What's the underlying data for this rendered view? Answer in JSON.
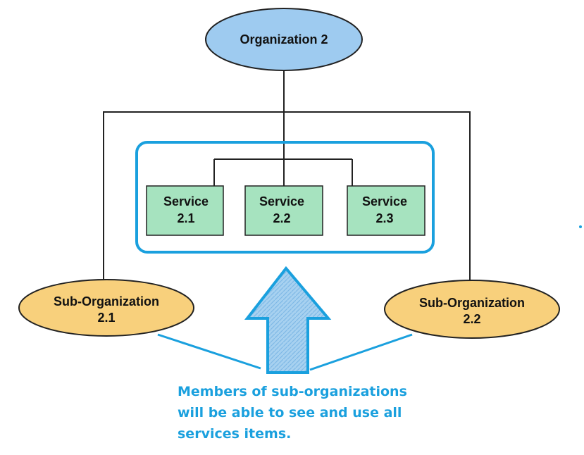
{
  "diagram": {
    "root": {
      "label": "Organization 2"
    },
    "services": [
      {
        "line1": "Service",
        "line2": "2.1"
      },
      {
        "line1": "Service",
        "line2": "2.2"
      },
      {
        "line1": "Service",
        "line2": "2.3"
      }
    ],
    "sub_orgs": [
      {
        "line1": "Sub-Organization",
        "line2": "2.1"
      },
      {
        "line1": "Sub-Organization",
        "line2": "2.2"
      }
    ],
    "caption": {
      "line1": "Members of sub-organizations",
      "line2": "will be able to see and use all",
      "line3": "services items."
    }
  },
  "colors": {
    "root_fill": "#9ecbf0",
    "service_fill": "#a6e3bf",
    "sub_org_fill": "#f8d07c",
    "group_border": "#1aa0de",
    "arrow_fill": "#a7d1f0",
    "arrow_stroke": "#1aa0de",
    "caption_text": "#1aa0de"
  }
}
